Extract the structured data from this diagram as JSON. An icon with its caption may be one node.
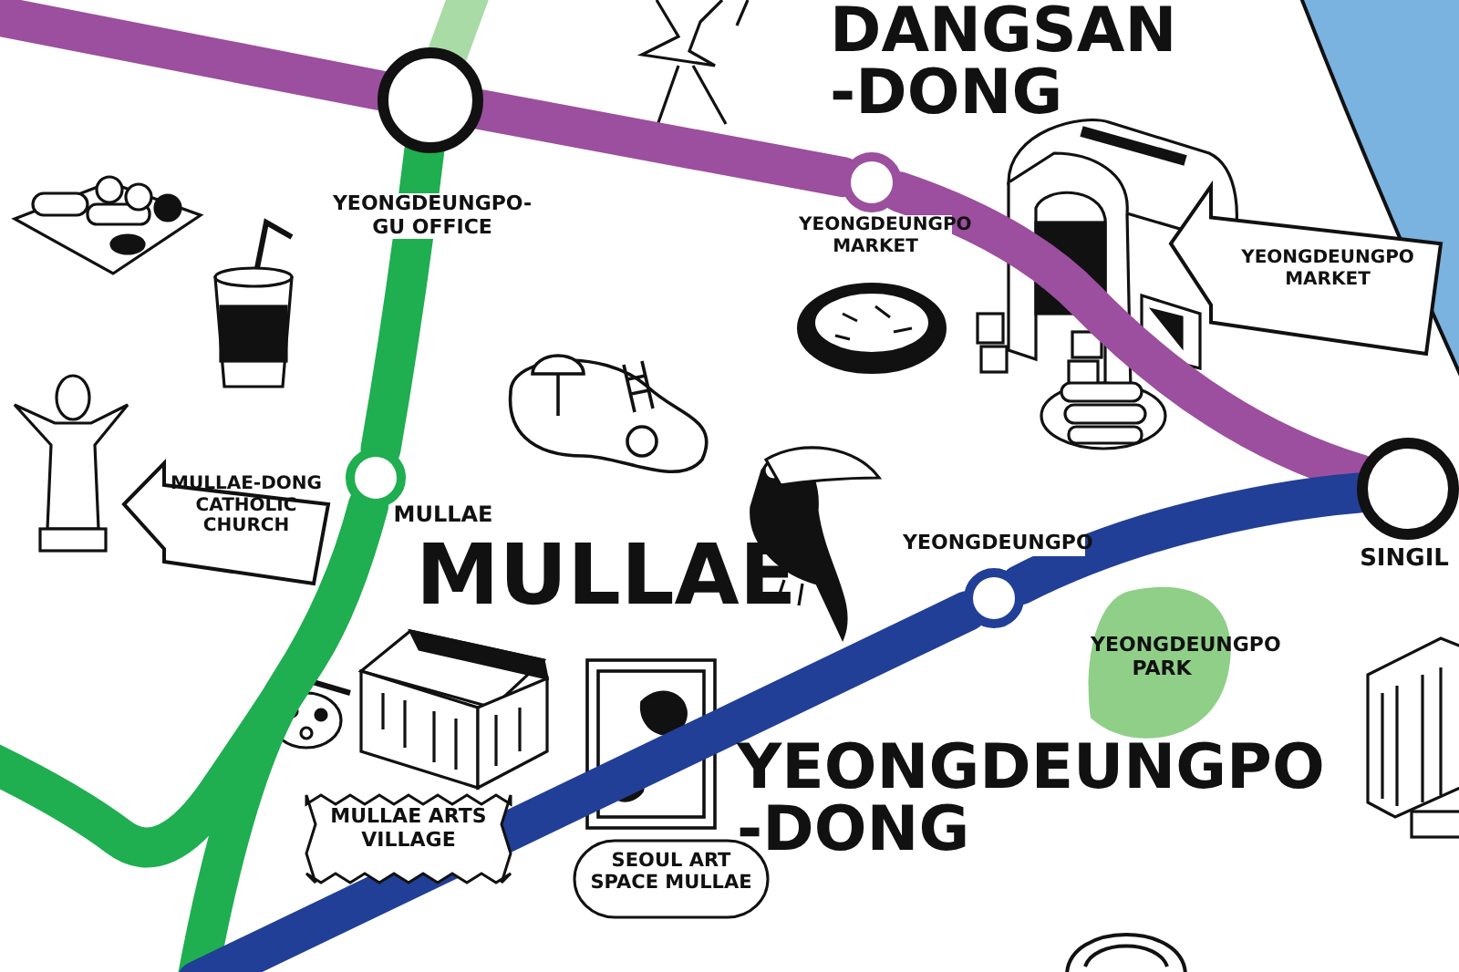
{
  "diagram": {
    "nodes": [
      {
        "text": [
          "YEONGDEUNGPO-GU OFFICE"
        ]
      },
      {
        "text": [
          "YEONGDEUNGPO MARKET"
        ]
      },
      {
        "text": [
          "SINGIL"
        ]
      },
      {
        "text": [
          "MULLAE"
        ]
      },
      {
        "text": [
          "YEONGDEUNGPO"
        ]
      },
      {
        "text": [
          "MULLAE-DONG CATHOLIC CHURCH"
        ]
      },
      {
        "text": [
          "YEONGDEUNGPO MARKET"
        ]
      },
      {
        "text": [
          "YEONGDEUNGPO PARK"
        ]
      },
      {
        "text": [
          "MULLAE ARTS VILLAGE"
        ]
      },
      {
        "text": [
          "SEOUL ART SPACE MULLAE"
        ]
      }
    ],
    "edges": [
      {
        "from": null,
        "to": 0,
        "arrow": "none",
        "color": "#9b4f9e"
      },
      {
        "from": 0,
        "to": 1,
        "arrow": "none",
        "color": "#9b4f9e"
      },
      {
        "from": 1,
        "to": 2,
        "arrow": "none",
        "color": "#9b4f9e"
      },
      {
        "from": null,
        "to": 0,
        "arrow": "none",
        "color": "#a9dba6"
      },
      {
        "from": 0,
        "to": 3,
        "arrow": "none",
        "color": "#1fae50"
      },
      {
        "from": 3,
        "to": null,
        "arrow": "none",
        "color": "#1fae50"
      },
      {
        "from": 3,
        "to": null,
        "arrow": "none",
        "color": "#1fae50"
      },
      {
        "from": null,
        "to": 4,
        "arrow": "none",
        "color": "#213f96"
      },
      {
        "from": 4,
        "to": 2,
        "arrow": "none",
        "color": "#213f96"
      }
    ],
    "labels": [
      "DANGSAN -DONG",
      "MULLAE",
      "YEONGDEUNGPO -DONG"
    ]
  }
}
